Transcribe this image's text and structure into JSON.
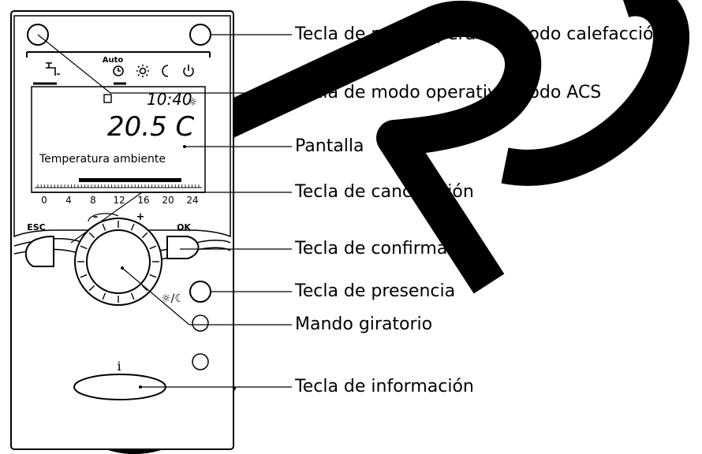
{
  "display": {
    "mode_auto": "Auto",
    "time": "10:40",
    "temperature": "20.5 C",
    "caption": "Temperatura ambiente",
    "scale_ticks": [
      "0",
      "4",
      "8",
      "12",
      "16",
      "20",
      "24"
    ]
  },
  "controls": {
    "esc_label": "ESC",
    "ok_label": "OK",
    "dial_minus": "–",
    "dial_plus": "+",
    "presence_symbol": "☼/☾",
    "info_symbol": "i"
  },
  "callouts": {
    "heating_mode_key": "Tecla de modo operativo Modo calefacción",
    "dhw_mode_key": "Tecla de modo operativo Modo ACS",
    "screen": "Pantalla",
    "cancel_key": "Tecla de cancelación",
    "confirm_key": "Tecla de confirmación",
    "presence_key": "Tecla de presencia",
    "rotary_knob": "Mando giratorio",
    "info_key": "Tecla de información"
  }
}
